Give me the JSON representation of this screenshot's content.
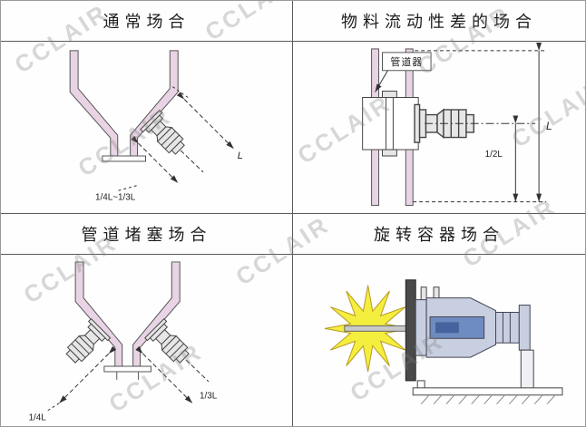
{
  "watermark": {
    "text": "CCLAIR"
  },
  "colors": {
    "wall": "#e8d4e4",
    "metal": "#e6e6e6",
    "starburst": "#f4ee3f",
    "starburst_stroke": "#b99a1f",
    "device_body": "#c7cfe0",
    "device_piston": "#6f8cc0",
    "device_piston_dark": "#44639f",
    "plate": "#4a4a4a"
  },
  "panels": {
    "normal": {
      "title": "通常场合",
      "dims": {
        "range": "1/4L~1/3L",
        "length": "L"
      }
    },
    "poor_flow": {
      "title": "物料流动性差的场合",
      "callout": "管道器",
      "dims": {
        "half": "1/2L",
        "length": "L"
      }
    },
    "blockage": {
      "title": "管道堵塞场合",
      "dims": {
        "quarter": "1/4L",
        "third": "1/3L"
      }
    },
    "rotating": {
      "title": "旋转容器场合"
    }
  }
}
